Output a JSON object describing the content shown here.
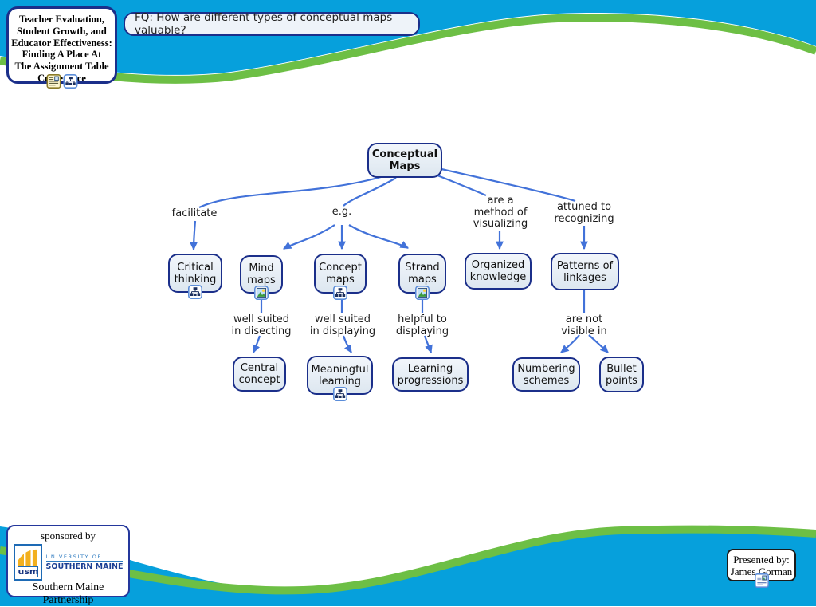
{
  "header": {
    "title_box": {
      "text": "Teacher Evaluation,\nStudent Growth, and\nEducator Effectiveness:\nFinding A Place At\nThe Assignment Table\nConference"
    },
    "focus_question": "FQ: How are different types of conceptual maps valuable?"
  },
  "map": {
    "concepts": [
      {
        "label": "Conceptual\nMaps"
      },
      {
        "label": "Critical\nthinking"
      },
      {
        "label": "Mind\nmaps"
      },
      {
        "label": "Concept\nmaps"
      },
      {
        "label": "Strand\nmaps"
      },
      {
        "label": "Organized\nknowledge"
      },
      {
        "label": "Patterns of\nlinkages"
      },
      {
        "label": "Central\nconcept"
      },
      {
        "label": "Meaningful\nlearning"
      },
      {
        "label": "Learning\nprogressions"
      },
      {
        "label": "Numbering\nschemes"
      },
      {
        "label": "Bullet\npoints"
      }
    ],
    "links": [
      {
        "label": "facilitate"
      },
      {
        "label": "e.g."
      },
      {
        "label": "are a\nmethod of\nvisualizing"
      },
      {
        "label": "attuned to\nrecognizing"
      },
      {
        "label": "well suited\nin disecting"
      },
      {
        "label": "well suited\nin displaying"
      },
      {
        "label": "helpful to\ndisplaying"
      },
      {
        "label": "are not\nvisible in"
      }
    ]
  },
  "footer": {
    "sponsor_box": {
      "sponsored_by": "sponsored by",
      "usm_acronym": "usm",
      "university_of": "UNIVERSITY OF",
      "southern_maine": "SOUTHERN MAINE",
      "partnership": "Southern Maine Partnership"
    },
    "presented_box": {
      "text": "Presented by:\nJames Gorman"
    }
  },
  "colors": {
    "wave_blue": "#06a0dc",
    "wave_green": "#6dbf45",
    "node_border": "#1b2f8a",
    "edge_blue": "#4272d9"
  }
}
